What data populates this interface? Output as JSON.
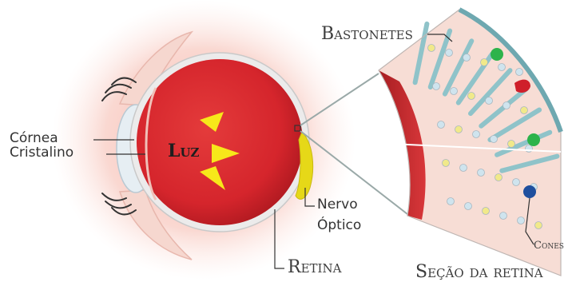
{
  "labels": {
    "cornea": "Córnea",
    "cristalino": "Cristalino",
    "luz": "Luz",
    "nervo_line1": "Nervo",
    "nervo_line2": "Óptico",
    "retina": "Retina",
    "bastonetes": "Bastonetes",
    "cones": "Cones",
    "secao_title": "Seção da retina"
  },
  "colors": {
    "eyeball_red": "#d5252c",
    "sclera": "#ecebeb",
    "light_triangles": "#f7e81a",
    "optic_nerve": "#e6d818",
    "iris_lens": "#2f7fc2",
    "glow": "#f8c7bd",
    "rod_stalks": "#8fc3c9",
    "cone_red": "#cf1f2a",
    "cone_green": "#2db34b",
    "cone_blue": "#1f4f9e",
    "tissue_red": "#c8262b"
  }
}
